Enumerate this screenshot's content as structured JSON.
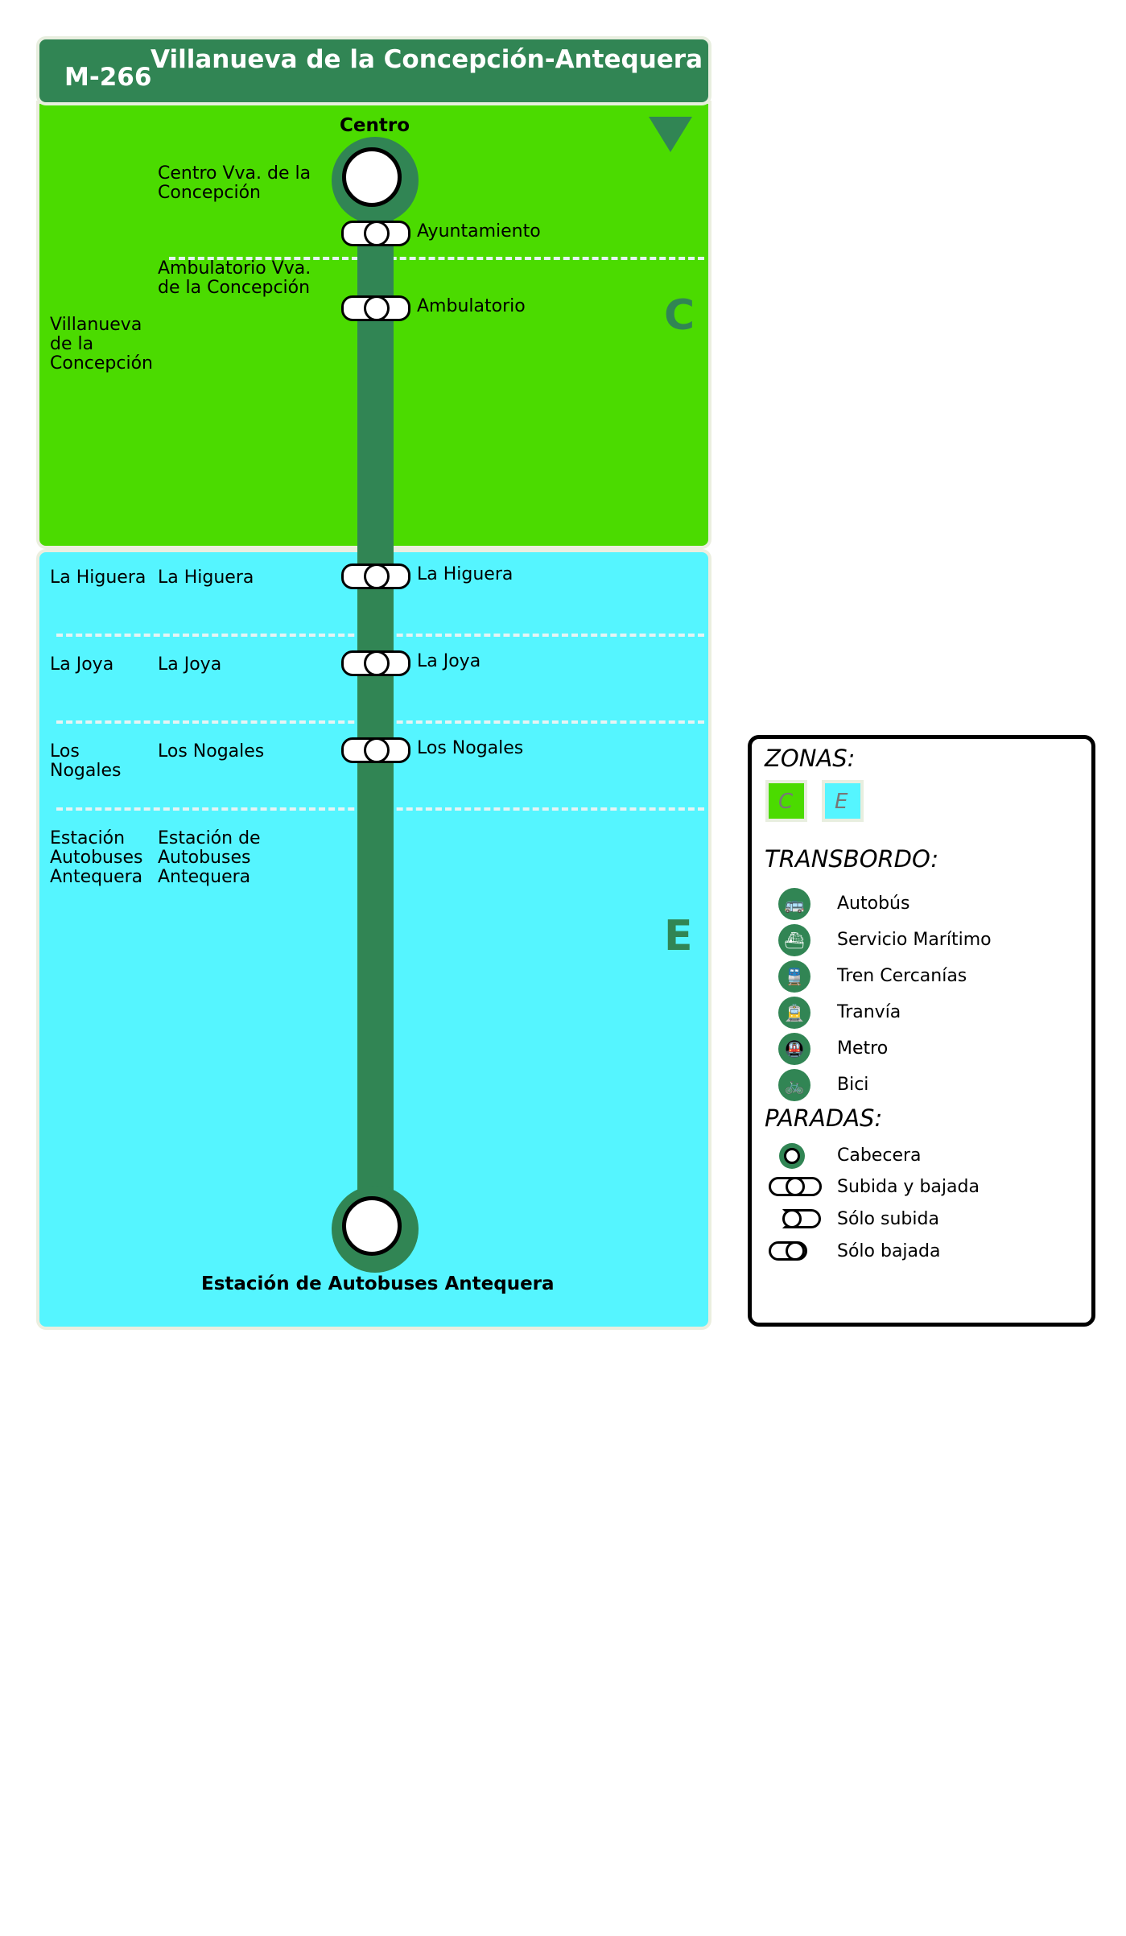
{
  "route": {
    "code": "M-266",
    "name": "Villanueva de la Concepción-Antequera"
  },
  "colors": {
    "line": "#318554",
    "zone_c": "#4bdb00",
    "zone_e": "#55f5ff"
  },
  "zones": [
    {
      "letter": "C",
      "municipality": "Villanueva de la Concepción"
    },
    {
      "letter": "E"
    }
  ],
  "stops": {
    "start_terminal": {
      "top_label": "Centro",
      "name": "Centro Vva. de la Concepción"
    },
    "ayuntamiento": {
      "right_label": "Ayuntamiento"
    },
    "ambulatorio": {
      "name": "Ambulatorio Vva. de la Concepción",
      "right_label": "Ambulatorio"
    },
    "la_higuera": {
      "municipality": "La Higuera",
      "name": "La Higuera",
      "right_label": "La Higuera"
    },
    "la_joya": {
      "municipality": "La Joya",
      "name": "La Joya",
      "right_label": "La Joya"
    },
    "los_nogales": {
      "municipality": "Los Nogales",
      "name": "Los Nogales",
      "right_label": "Los Nogales"
    },
    "end_terminal": {
      "municipality": "Estación Autobuses Antequera",
      "name": "Estación de Autobuses Antequera",
      "bottom_label": "Estación de Autobuses Antequera"
    }
  },
  "legend": {
    "zonas_title": "ZONAS:",
    "zonas": [
      "C",
      "E"
    ],
    "transbordo_title": "TRANSBORDO:",
    "transbordo": [
      {
        "icon": "bus-icon",
        "label": "Autobús"
      },
      {
        "icon": "ferry-icon",
        "label": "Servicio Marítimo"
      },
      {
        "icon": "train-icon",
        "label": "Tren Cercanías"
      },
      {
        "icon": "tram-icon",
        "label": "Tranvía"
      },
      {
        "icon": "metro-icon",
        "label": "Metro"
      },
      {
        "icon": "bike-icon",
        "label": "Bici"
      }
    ],
    "paradas_title": "PARADAS:",
    "paradas": [
      "Cabecera",
      "Subida y bajada",
      "Sólo subida",
      "Sólo bajada"
    ]
  }
}
